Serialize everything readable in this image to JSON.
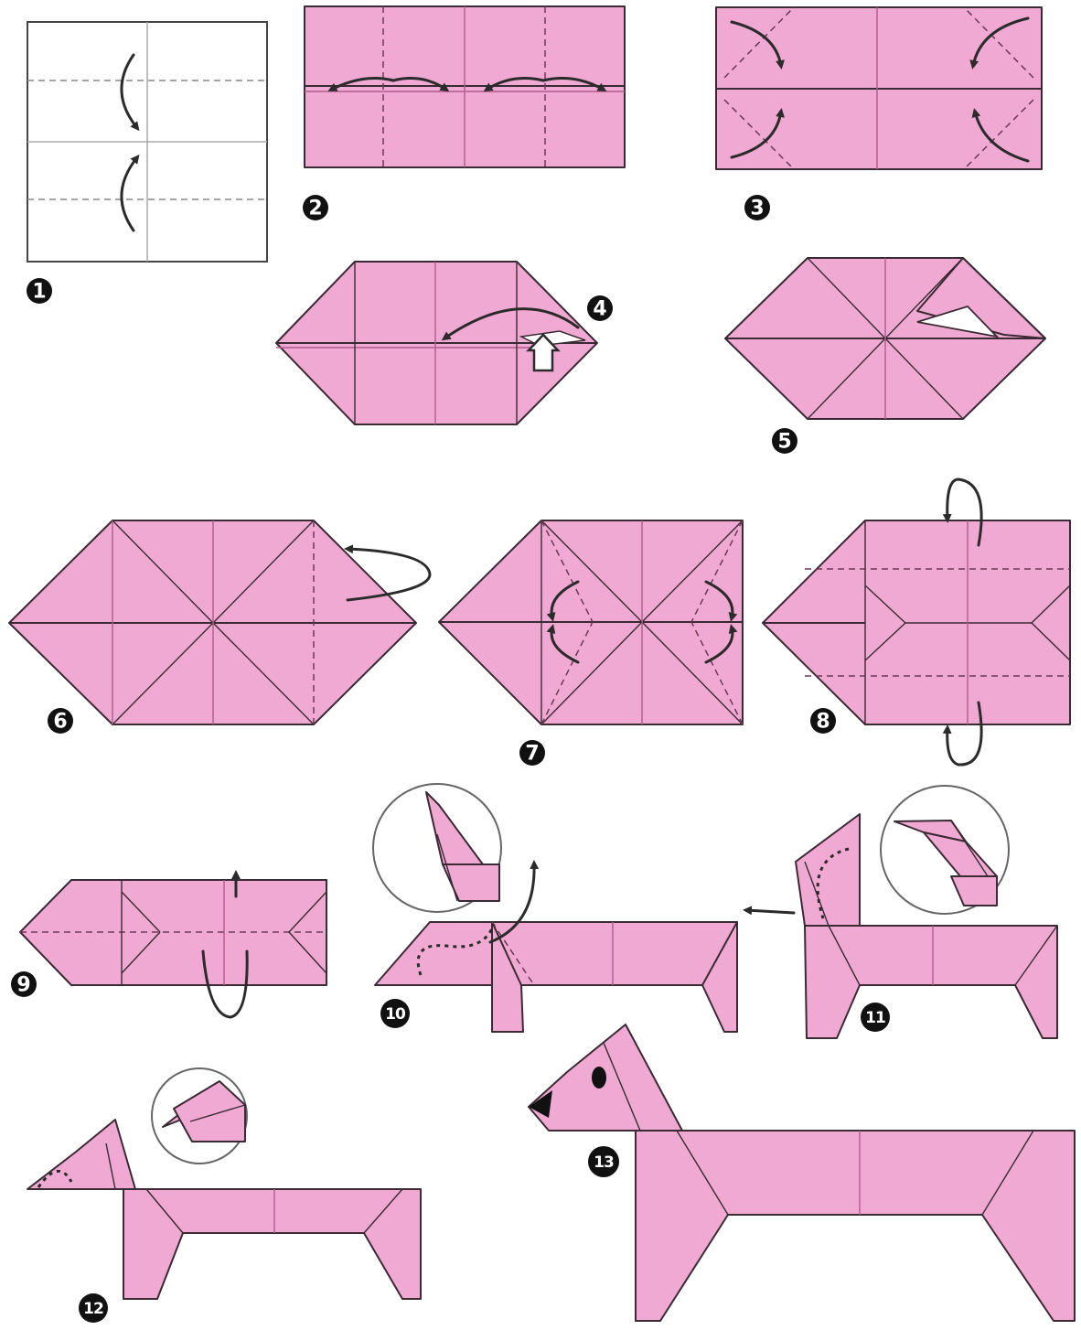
{
  "steps": [
    {
      "number": "1"
    },
    {
      "number": "2"
    },
    {
      "number": "3"
    },
    {
      "number": "4"
    },
    {
      "number": "5"
    },
    {
      "number": "6"
    },
    {
      "number": "7"
    },
    {
      "number": "8"
    },
    {
      "number": "9"
    },
    {
      "number": "10"
    },
    {
      "number": "11"
    },
    {
      "number": "12"
    },
    {
      "number": "13"
    }
  ],
  "colors": {
    "paper": "#f0a9d2",
    "outline": "#3a2a33",
    "arrow": "#2b2b2b",
    "badge": "#111111"
  }
}
